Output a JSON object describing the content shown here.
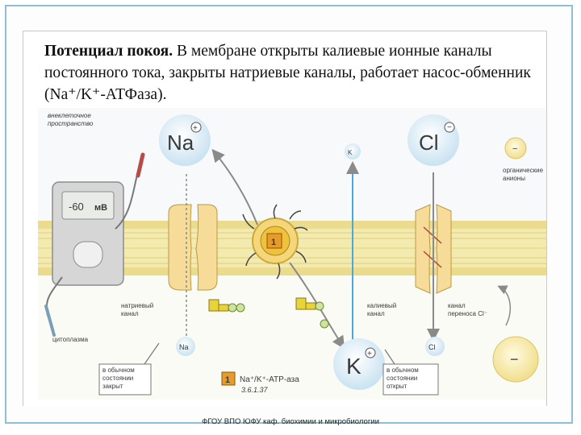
{
  "heading": {
    "title": "Потенциал покоя.",
    "text": " В мембране открыты калиевые ионные каналы постоянного тока, закрыты натриевые каналы, работает насос-обменник (Na⁺/K⁺-АТФаза)."
  },
  "diagram": {
    "extracellular_label": [
      "внеклеточное",
      "пространство"
    ],
    "cytoplasm_label": "цитоплазма",
    "voltmeter_reading": "-60",
    "voltmeter_unit": "мВ",
    "ion_na_large": "Na",
    "ion_na_small": "Na",
    "ion_k_large": "K",
    "ion_k_small": "K",
    "ion_cl_large": "Cl",
    "ion_cl_small": "Cl",
    "organic_anions_label": [
      "органические",
      "анионы"
    ],
    "sodium_channel_label": [
      "натриевый",
      "канал"
    ],
    "potassium_channel_label": [
      "калиевый",
      "канал"
    ],
    "cl_channel_label": [
      "канал",
      "переноса Cl⁻"
    ],
    "sodium_state_box": [
      "в обычном",
      "состоянии",
      "закрыт"
    ],
    "potassium_state_box": [
      "в обычном",
      "состоянии",
      "открыт"
    ],
    "pump_number": "1",
    "legend_number": "1",
    "legend_text": "Na⁺/K⁺-ATP-аза",
    "legend_ec": "3.6.1.37"
  },
  "footer": "ФГОУ ВПО ЮФУ  каф. биохимии и микробиологии",
  "colors": {
    "membrane": "#f3eab0",
    "channel": "#f6dc98",
    "ion_bubble": "#dcecf6",
    "arrow": "#8a8a8a",
    "pump": "#f0c13a"
  }
}
